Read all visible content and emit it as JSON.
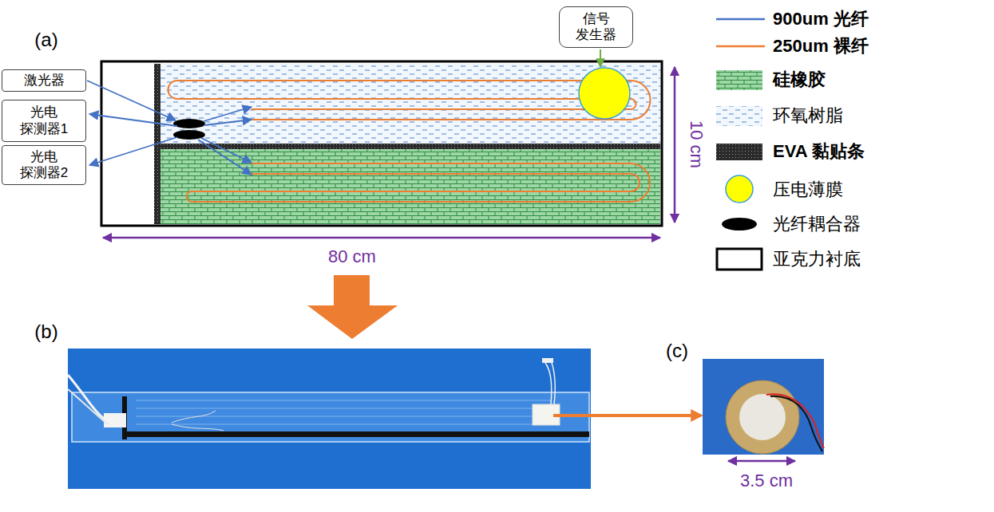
{
  "diagram": {
    "nodes": [
      {
        "text": [
          "激光器"
        ]
      },
      {
        "text": [
          "光电 探测器1"
        ]
      },
      {
        "text": [
          "光电 探测器2"
        ]
      },
      {
        "text": [
          "信号 发生器"
        ]
      }
    ],
    "labels": [
      "(a)",
      "10 cm",
      "80 cm",
      "(b)",
      "(c)",
      "3.5 cm"
    ],
    "legend": [
      {
        "text": "900um 光纤"
      },
      {
        "text": "250um 裸纤"
      },
      {
        "text": "硅橡胶"
      },
      {
        "text": "环氧树脂"
      },
      {
        "text": "EVA 黏贴条"
      },
      {
        "text": "压电薄膜"
      },
      {
        "text": "光纤耦合器"
      },
      {
        "text": "亚克力衬底"
      }
    ]
  }
}
